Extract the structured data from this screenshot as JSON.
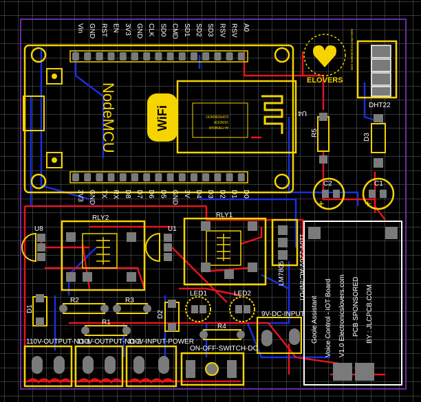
{
  "colors": {
    "background": "#000000",
    "grid": "#6b6b6b",
    "outline": "#6a2ca8",
    "silk": "#f5d400",
    "top_copper": "#e8141b",
    "bottom_copper": "#1a2fe0",
    "pad": "#7a7a7a",
    "text": "#ffffff"
  },
  "nodemcu": {
    "top_pins": [
      "Vin",
      "GND",
      "RST",
      "EN",
      "3V3",
      "GND",
      "CLK",
      "SD0",
      "CMD",
      "SD1",
      "SD2",
      "SD3",
      "RSV",
      "RSV",
      "A0"
    ],
    "bottom_pins": [
      "3V3",
      "GND",
      "TX",
      "RX",
      "D8",
      "D7",
      "D6",
      "D5",
      "GND",
      "3V",
      "D4",
      "D3",
      "D2",
      "D1",
      "D0"
    ],
    "board_label": "NodeMCU",
    "u4": "U4",
    "wifi": "WiFi",
    "module_text": [
      "ESP8266MOD",
      "VENDOR",
      "AI-THINKER"
    ]
  },
  "components": {
    "dht22": "DHT22",
    "r5": "R5",
    "d3": "D3",
    "c2": "C2",
    "c1": "C1",
    "u8": "U8",
    "rly2": "RLY2",
    "u1": "U1",
    "rly1": "RLY1",
    "lm7805": "LM7805",
    "d1": "D1",
    "r2": "R2",
    "r3": "R3",
    "r1": "R1",
    "d2": "D2",
    "led1": "LED1",
    "led2": "LED2",
    "r4": "R4",
    "dc_input": "9V-DC-INPUT",
    "ac_input_vert": "110V-220V-AC-INPUT",
    "plus": "+"
  },
  "connectors": {
    "out1": "110V-OUTPUT-NO-1",
    "out2": "110V-OUTPUT-NO-2",
    "input_power": "110V-INPUT-POWER",
    "switch": "ON-OFF-SWITCH-DC"
  },
  "panel": {
    "line1": "Goole Assistant",
    "line2": "Voice Control - IOT Board",
    "line3": "V1.0   Electronicslovers.com",
    "line4": "PCB SPONSORED",
    "line5": "BY : JLCPCB.COM"
  },
  "logo": {
    "text": "ELOVERS",
    "url": "www.electronicslovers.com"
  }
}
